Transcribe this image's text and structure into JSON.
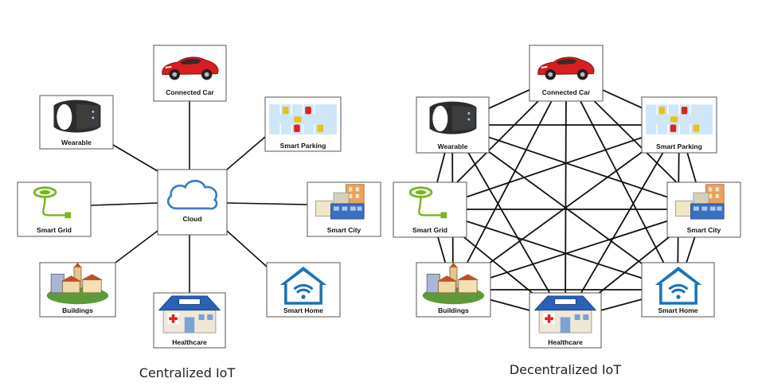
{
  "diagrams": [
    {
      "id": "centralized",
      "caption": "Centralized IoT",
      "hub": {
        "label": "Cloud",
        "icon": "cloud-icon"
      },
      "nodes": [
        {
          "key": "car",
          "label": "Connected Car",
          "icon": "car-icon"
        },
        {
          "key": "wearable",
          "label": "Wearable",
          "icon": "wearable-icon"
        },
        {
          "key": "parking",
          "label": "Smart Parking",
          "icon": "parking-icon"
        },
        {
          "key": "grid",
          "label": "Smart Grid",
          "icon": "smart-grid-icon"
        },
        {
          "key": "city",
          "label": "Smart City",
          "icon": "city-icon"
        },
        {
          "key": "buildings",
          "label": "Buildings",
          "icon": "buildings-icon"
        },
        {
          "key": "home",
          "label": "Smart Home",
          "icon": "smart-home-icon"
        },
        {
          "key": "health",
          "label": "Healthcare",
          "icon": "hospital-icon"
        }
      ]
    },
    {
      "id": "decentralized",
      "caption": "Decentralized IoT",
      "nodes": [
        {
          "key": "car",
          "label": "Connected Car",
          "icon": "car-icon"
        },
        {
          "key": "wearable",
          "label": "Wearable",
          "icon": "wearable-icon"
        },
        {
          "key": "parking",
          "label": "Smart Parking",
          "icon": "parking-icon"
        },
        {
          "key": "grid",
          "label": "Smart Grid",
          "icon": "smart-grid-icon"
        },
        {
          "key": "city",
          "label": "Smart City",
          "icon": "city-icon"
        },
        {
          "key": "buildings",
          "label": "Buildings",
          "icon": "buildings-icon"
        },
        {
          "key": "home",
          "label": "Smart Home",
          "icon": "smart-home-icon"
        },
        {
          "key": "health",
          "label": "Healthcare",
          "icon": "hospital-icon"
        }
      ]
    }
  ],
  "colors": {
    "car": "#d81e1e",
    "cloud": "#3d7cc9",
    "grid": "#7ab51d",
    "home": "#1a73b8",
    "hospital_roof": "#2a62b8",
    "edge": "#111111"
  }
}
